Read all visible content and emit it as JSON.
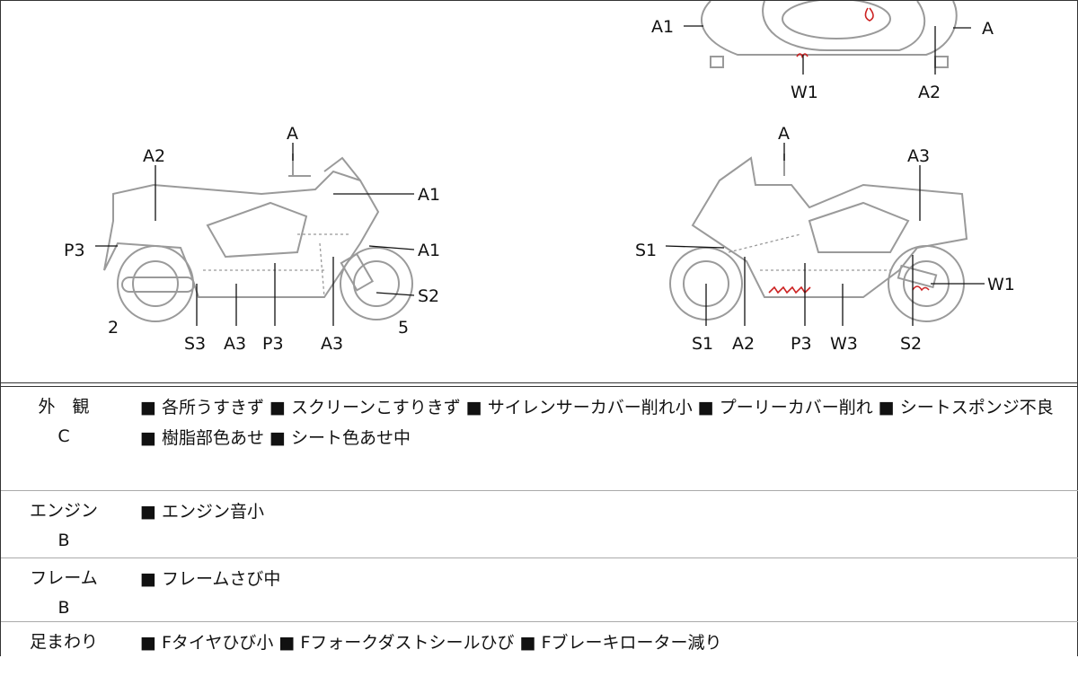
{
  "diagram": {
    "top_view": {
      "A1": "A1",
      "A": "A",
      "W1": "W1",
      "A2": "A2"
    },
    "left_view": {
      "A": "A",
      "A2": "A2",
      "A1a": "A1",
      "P3a": "P3",
      "A1b": "A1",
      "S2": "S2",
      "n2": "2",
      "n5": "5",
      "S3": "S3",
      "A3a": "A3",
      "P3b": "P3",
      "A3b": "A3"
    },
    "right_view": {
      "A": "A",
      "A3": "A3",
      "S1a": "S1",
      "W1": "W1",
      "S1b": "S1",
      "A2": "A2",
      "P3": "P3",
      "W3": "W3",
      "S2": "S2"
    }
  },
  "rows": [
    {
      "label": "外　観",
      "grade": "C",
      "text": "■ 各所うすきず ■ スクリーンこすりきず ■ サイレンサーカバー削れ小 ■ プーリーカバー削れ ■ シートスポンジ不良 ■ 樹脂部色あせ ■ シート色あせ中"
    },
    {
      "label": "エンジン",
      "grade": "B",
      "text": "■ エンジン音小"
    },
    {
      "label": "フレーム",
      "grade": "B",
      "text": "■ フレームさび中"
    },
    {
      "label": "足まわり",
      "grade": "",
      "text": "■ Fタイヤひび小 ■ Fフォークダストシールひび ■ Fブレーキローター減り"
    }
  ]
}
